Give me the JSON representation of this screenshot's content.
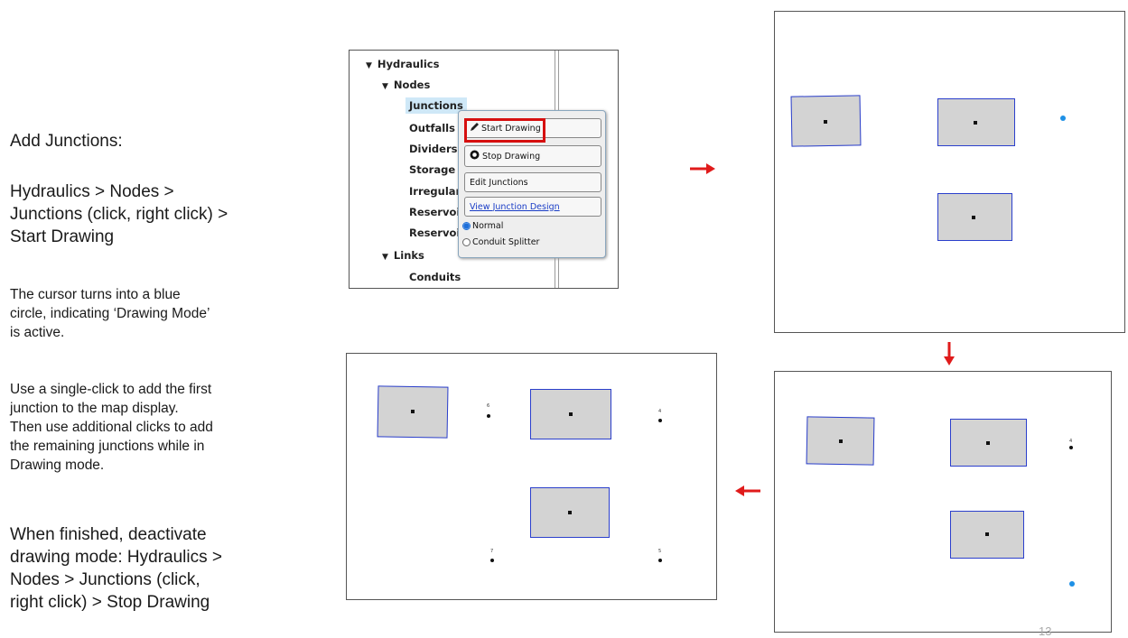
{
  "instructions": {
    "title": "Add Junctions:",
    "step1_line1": "Hydraulics > Nodes >",
    "step1_line2": "Junctions (click, right click) >",
    "step1_line3": "Start Drawing",
    "note1_line1": "The cursor turns into a blue",
    "note1_line2": "circle, indicating ‘Drawing Mode’",
    "note1_line3": "is active.",
    "note2_line1": "Use a single-click to add the first",
    "note2_line2": "junction to the map display.",
    "note2_line3": "Then use additional clicks to add",
    "note2_line4": "the remaining junctions while in",
    "note2_line5": "Drawing mode.",
    "final_line1": "When finished, deactivate",
    "final_line2": "drawing mode: Hydraulics >",
    "final_line3": "Nodes > Junctions (click,",
    "final_line4": "right click) > Stop Drawing"
  },
  "tree": {
    "hydraulics": "Hydraulics",
    "nodes": "Nodes",
    "junctions": "Junctions",
    "outfalls": "Outfalls",
    "dividers": "Dividers",
    "storage": "Storage Ur",
    "irregular": "Irregular S",
    "reservoir1": "Reservoir",
    "reservoir2": "Reservoir",
    "links": "Links",
    "conduits": "Conduits",
    "arrow_glyph": "▼"
  },
  "context_menu": {
    "start_drawing": "Start Drawing",
    "stop_drawing": "Stop Drawing",
    "edit_junctions": "Edit Junctions",
    "view_design": "View Junction Design",
    "radio_normal": "Normal",
    "radio_splitter": "Conduit Splitter",
    "selected_radio": "Normal"
  },
  "maps": {
    "map_c_labels": {
      "j4": "4"
    },
    "map_d_labels": {
      "j4": "4",
      "j5": "5",
      "j6": "6",
      "j7": "7"
    }
  },
  "colors": {
    "arrow_red": "#e01b1b",
    "subcatchment_border": "#2b3fcc",
    "subcatchment_fill": "#d3d3d3",
    "cursor_blue": "#1e90e6",
    "highlight_red": "#d60f0f"
  },
  "page_number": "13"
}
